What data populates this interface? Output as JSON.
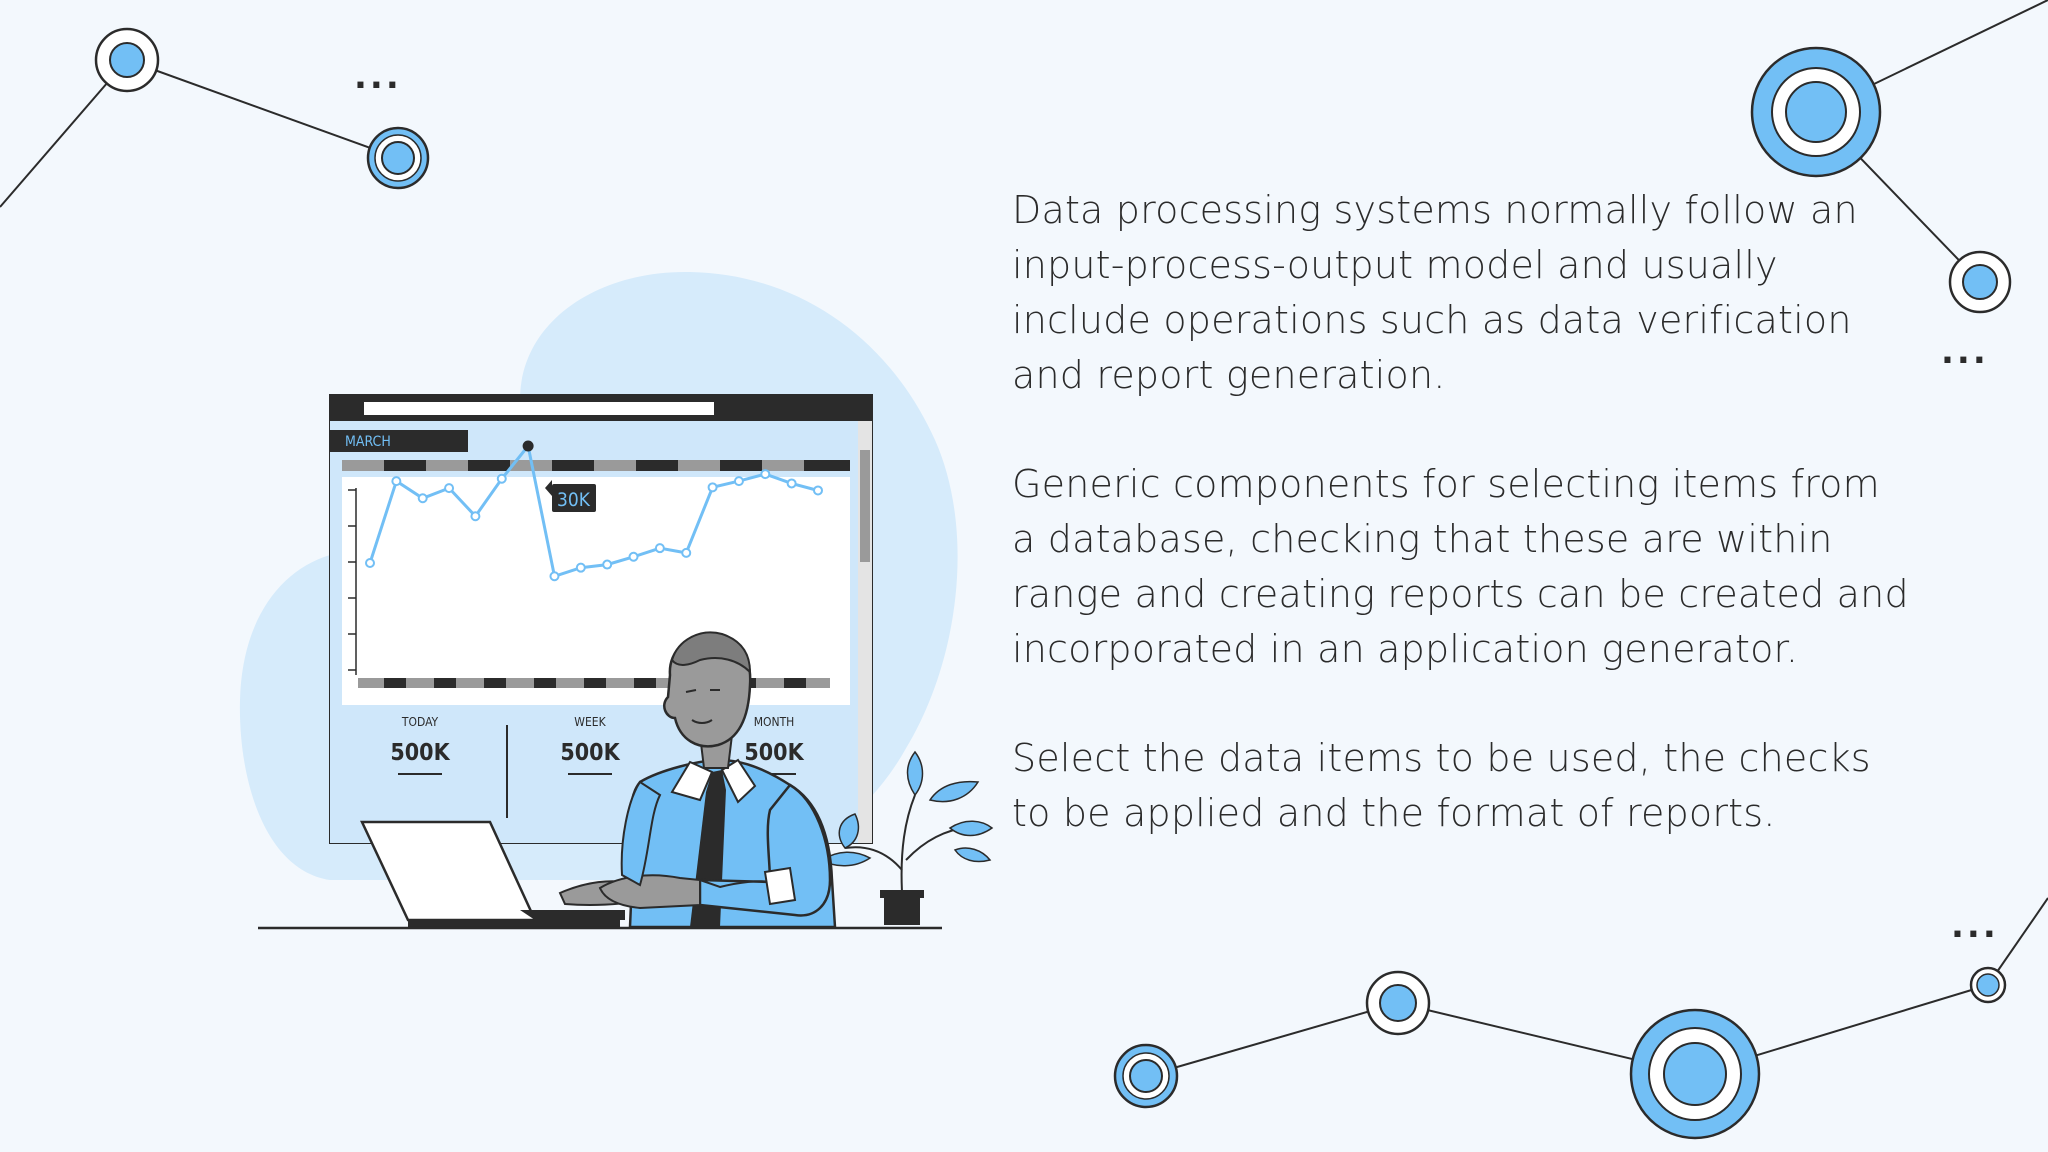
{
  "colors": {
    "background": "#f3f8fd",
    "accent_blue": "#72bff5",
    "dark": "#2b2b2b",
    "blob": "#d6ebfb",
    "screen_panel": "#cfe7fa"
  },
  "decor": {
    "dots": [
      "...",
      "...",
      "..."
    ],
    "nodes": [
      "node-icon",
      "node-icon",
      "node-icon",
      "node-icon",
      "node-icon",
      "node-icon",
      "node-icon",
      "node-icon"
    ]
  },
  "dashboard": {
    "month_label": "MARCH",
    "peak_label": "30K",
    "stats": [
      {
        "label": "TODAY",
        "value": "500K"
      },
      {
        "label": "WEEK",
        "value": "500K"
      },
      {
        "label": "MONTH",
        "value": "500K"
      }
    ],
    "chart_series": [
      15,
      25.5,
      23.3,
      24.6,
      21,
      25.8,
      30,
      13.3,
      14.4,
      14.8,
      15.8,
      16.9,
      16.3,
      24.7,
      25.5,
      26.4,
      25.2,
      24.3
    ]
  },
  "text": {
    "paragraphs": [
      "Data processing systems normally follow an input-process-output model and usually include operations such as data verification and report generation.",
      "Generic components for selecting items from a database, checking that these are within range and creating reports can be created and incorporated in an application generator.",
      "Select the data items to be used, the checks to be applied and the format of reports."
    ]
  }
}
